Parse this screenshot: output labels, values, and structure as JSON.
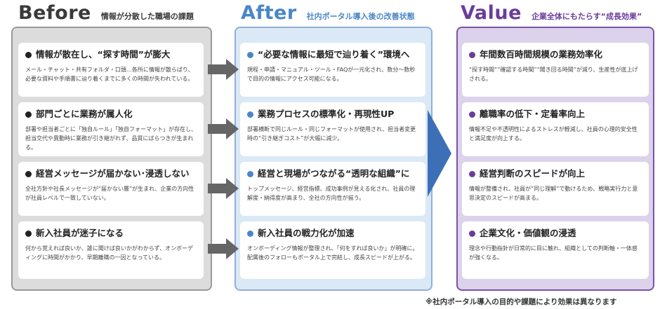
{
  "before": {
    "title": "Before",
    "subtitle": "情報が分散した職場の課題",
    "cards": [
      {
        "title": "情報が散在し、“探す時間”が膨大",
        "desc": "メール・チャット・共有フォルダ・口頭…各所に情報が散らばり、必要な資料や手順書に辿り着くまでに多くの時間が失われている。"
      },
      {
        "title": "部門ごとに業務が属人化",
        "desc": "部署や担当者ごとに「独自ルール」「独自フォーマット」が存在し、担当交代や異動時に業務が引き継がれず、品質にばらつきが生まれる。"
      },
      {
        "title": "経営メッセージが届かない･浸透しない",
        "desc": "全社方針や社長メッセージが“届かない層”が生まれ、企業の方向性が社員レベルで一致していない。"
      },
      {
        "title": "新入社員が迷子になる",
        "desc": "何から覚えれば良いか、誰に聞けば良いかがわからず、オンボーディングに時間がかかり、早期離職の一因となっている。"
      }
    ]
  },
  "after": {
    "title": "After",
    "subtitle": "社内ポータル導入後の改善状態",
    "cards": [
      {
        "title": "“必要な情報に最短で辿り着く”環境へ",
        "desc": "規程・申請・マニュアル・ツール・FAQが一元化され、数分〜数秒で目的の情報にアクセス可能になる。"
      },
      {
        "title": "業務プロセスの標準化・再現性UP",
        "desc": "部署横断で同じルール・同じフォーマットが使用され、担当者変更時の“引き継ぎコスト”が大幅に減少。"
      },
      {
        "title": "経営と現場がつながる“透明な組織”に",
        "desc": "トップメッセージ、経営指標、成功事例が見える化され、社員の理解度・納得度が高まり、全社の方向性が揃う。"
      },
      {
        "title": "新入社員の戦力化が加速",
        "desc": "オンボーディング情報が整理され、「何をすれば良いか」が明確に。配属後のフォローもポータル上で完結し、成長スピードが上がる。"
      }
    ]
  },
  "value": {
    "title": "Value",
    "subtitle": "企業全体にもたらす“成長効果”",
    "cards": [
      {
        "title": "年間数百時間規模の業務効率化",
        "desc": "“探す時間”“確認する時間”“聞き回る時間”が減り、生産性が底上げされる。"
      },
      {
        "title": "離職率の低下・定着率向上",
        "desc": "情報不足や不透明性によるストレスが軽減し、社員の心理的安全性と満足度が向上する。"
      },
      {
        "title": "経営判断のスピードが向上",
        "desc": "情報が整備され、社員が“同じ理解”で動けるため、戦略実行力と意思決定のスピードが高まる。"
      },
      {
        "title": "企業文化・価値観の浸透",
        "desc": "理念や行動指針が日常的に目に触れ、組織としての判断軸・一体感が強くなる。"
      }
    ]
  },
  "footnote": "※社内ポータル導入の目的や課題により効果は異なります",
  "icons": {
    "row_arrow": "arrow-right-icon",
    "big_arrow": "chevron-right-icon",
    "bullet": "bullet-dot-icon"
  },
  "colors": {
    "before_accent": "#3a3a3a",
    "after_accent": "#4a86c8",
    "value_accent": "#6a3d9a",
    "big_arrow": "#3d6fb6",
    "row_arrow": "#666666"
  }
}
